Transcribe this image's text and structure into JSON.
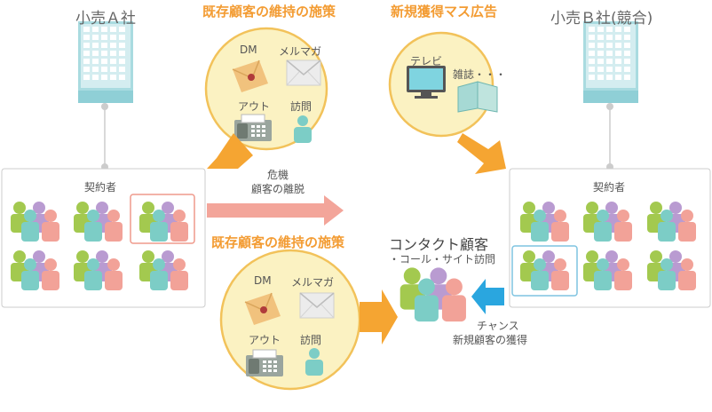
{
  "companyA": {
    "name": "小売Ａ社",
    "contract_label": "契約者"
  },
  "companyB": {
    "name": "小売Ｂ社(競合)",
    "contract_label": "契約者"
  },
  "retention_top": {
    "heading": "既存顧客の維持の施策",
    "items": [
      "DM",
      "メルマガ",
      "アウト",
      "訪問"
    ]
  },
  "mass_ad": {
    "heading": "新規獲得マス広告",
    "items": [
      "テレビ",
      "雑誌・・・"
    ]
  },
  "danger": {
    "line1": "危機",
    "line2": "顧客の離脱"
  },
  "retention_bottom": {
    "heading": "既存顧客の維持の施策",
    "items": [
      "DM",
      "メルマガ",
      "アウト",
      "訪問"
    ]
  },
  "contact": {
    "title": "コンタクト顧客",
    "subtitle": "・コール・サイト訪問"
  },
  "chance": {
    "line1": "チャンス",
    "line2": "新規顧客の獲得"
  },
  "colors": {
    "orange": "#f5a532",
    "salmon": "#f3a59a",
    "blue": "#2aa6df",
    "green": "#a3c94f",
    "purple": "#b99bd1",
    "teal": "#7ccdc6",
    "pink": "#f2a298",
    "building": "#a9dbe0",
    "circle": "#fbf2c2",
    "circle_border": "#f2c25a"
  }
}
